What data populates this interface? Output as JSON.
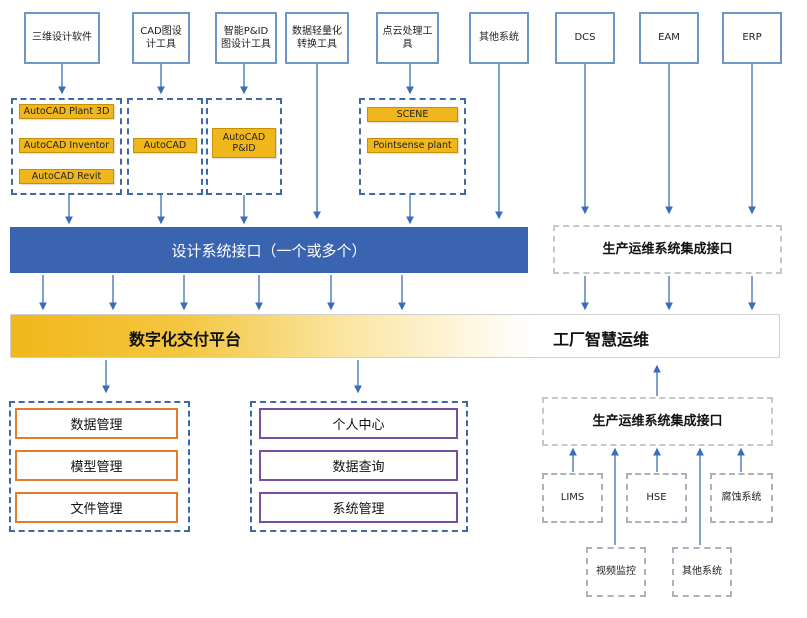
{
  "top_tools": {
    "t3d": "三维设计软件",
    "cad": "CAD图设计工具",
    "pid": "智能P&ID图设计工具",
    "lightweight": "数据轻量化转换工具",
    "pointcloud": "点云处理工具",
    "other": "其他系统"
  },
  "external_systems": {
    "dcs": "DCS",
    "eam": "EAM",
    "erp": "ERP"
  },
  "products": {
    "plant3d": "AutoCAD Plant 3D",
    "inventor": "AutoCAD Inventor",
    "revit": "AutoCAD Revit",
    "autocad": "AutoCAD",
    "autocad_pid": "AutoCAD P&ID",
    "scene": "SCENE",
    "pointsense": "Pointsense plant"
  },
  "design_interface": "设计系统接口（一个或多个）",
  "production_interface_top": "生产运维系统集成接口",
  "platform": {
    "left_label": "数字化交付平台",
    "right_label": "工厂智慧运维"
  },
  "management": {
    "left": [
      "数据管理",
      "模型管理",
      "文件管理"
    ],
    "middle": [
      "个人中心",
      "数据查询",
      "系统管理"
    ]
  },
  "production_interface_bottom": "生产运维系统集成接口",
  "bottom_systems": {
    "lims": "LIMS",
    "hse": "HSE",
    "corrosion": "腐蚀系统",
    "video": "视频监控",
    "other": "其他系统"
  },
  "colors": {
    "design_bar": "#3b64b0",
    "platform_gold": "#f1b71b",
    "pill": "#f0b71d",
    "arrow": "#3a6fb8",
    "orange_border": "#e57b2c",
    "purple_border": "#7a4fa0"
  }
}
